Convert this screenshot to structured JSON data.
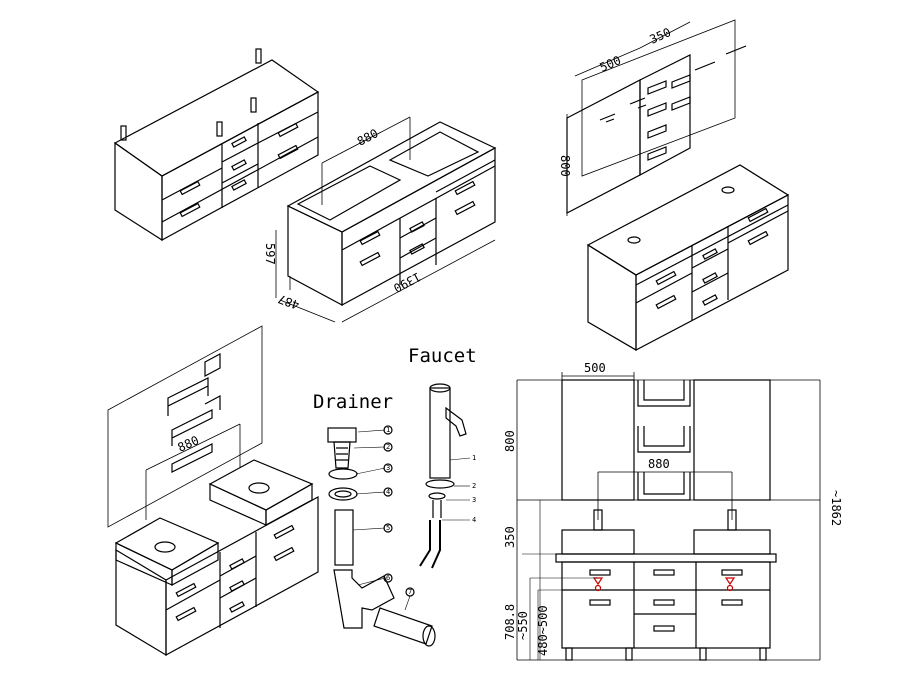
{
  "labels": {
    "faucet": "Faucet",
    "drainer": "Drainer"
  },
  "iso_vanity_dims": {
    "width": "880",
    "depth": "487",
    "height": "597",
    "length": "1390"
  },
  "mirror_dims": {
    "width": "500",
    "depth": "350",
    "height": "800"
  },
  "scene_dim": "880",
  "front_elevation": {
    "mirror_width": "500",
    "basin_spacing": "880",
    "mirror_height": "800",
    "splash_height": "350",
    "total_height": "~1862",
    "counter_height": "708.8",
    "drain_height_1": "~550",
    "drain_height_2": "480~500"
  },
  "part_numbers": {
    "drainer": [
      "1",
      "2",
      "3",
      "4",
      "5",
      "6",
      "7"
    ],
    "faucet": [
      "1",
      "2",
      "3",
      "4"
    ]
  },
  "colors": {
    "line": "#000000",
    "highlight": "#cc0000"
  }
}
